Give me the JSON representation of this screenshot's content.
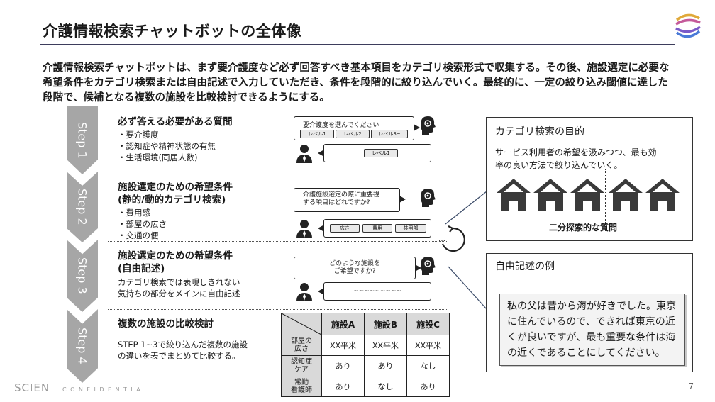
{
  "title": "介護情報検索チャットボットの全体像",
  "intro": "介護情報検索チャットボットは、まず要介護度など必ず回答すべき基本項目をカテゴリ検索形式で収集する。その後、施設選定に必要な希望条件をカテゴリ検索または自由記述で入力していただき、条件を段階的に絞り込んでいく。最終的に、一定の絞り込み閾値に達した段階で、候補となる複数の施設を比較検討できるようにする。",
  "steps": [
    {
      "label": "Step 1",
      "title": "必ず答える必要がある質問",
      "bullets": [
        "・要介護度",
        "・認知症や精神状態の有無",
        "・生活環境(同居人数)"
      ]
    },
    {
      "label": "Step 2",
      "title_line1": "施設選定のための希望条件",
      "title_line2": "(静的/動的カテゴリ検索)",
      "bullets": [
        "・費用感",
        "・部屋の広さ",
        "・交通の便"
      ]
    },
    {
      "label": "Step 3",
      "title_line1": "施設選定のための希望条件",
      "title_line2": "(自由記述)",
      "desc_line1": "カテゴリ検索では表現しきれない",
      "desc_line2": "気持ちの部分をメインに自由記述"
    },
    {
      "label": "Step 4",
      "title": "複数の施設の比較検討",
      "desc_line1": "STEP 1~3で絞り込んだ複数の施設",
      "desc_line2": "の違いを表でまとめて比較する。"
    }
  ],
  "chat1": {
    "question": "要介護度を選んでください",
    "options": [
      "レベル1",
      "レベル2",
      "レベル3~"
    ],
    "answer": "レベル1"
  },
  "chat2": {
    "question_line1": "介護施設選定の際に重要視",
    "question_line2": "する項目はどれですか?",
    "options": [
      "広さ",
      "費用",
      "共用部"
    ]
  },
  "chat3": {
    "question_line1": "どのような施設を",
    "question_line2": "ご希望ですか?",
    "answer": "~~~~~~~~~"
  },
  "table": {
    "headers": [
      "施設A",
      "施設B",
      "施設C"
    ],
    "rows": [
      {
        "label_line1": "部屋の",
        "label_line2": "広さ",
        "values": [
          "XX平米",
          "XX平米",
          "XX平米"
        ]
      },
      {
        "label_line1": "認知症",
        "label_line2": "ケア",
        "values": [
          "あり",
          "あり",
          "なし"
        ]
      },
      {
        "label_line1": "常勤",
        "label_line2": "看護師",
        "values": [
          "あり",
          "なし",
          "あり"
        ]
      }
    ]
  },
  "panel_category": {
    "title": "カテゴリ検索の目的",
    "text_line1": "サービス利用者の希望を汲みつつ、最も効",
    "text_line2": "率の良い方法で絞り込んでいく。",
    "caption": "二分探索的な質問"
  },
  "panel_free": {
    "title": "自由記述の例",
    "text": "私の父は昔から海が好きでした。東京に住んでいるので、できれば東京の近くが良いですが、最も重要な条件は海の近くであることにしてください。"
  },
  "footer": {
    "company": "SCIEN",
    "confidential": "CONFIDENTIAL",
    "page": "7"
  },
  "colors": {
    "step_gray": "#a6a6a6",
    "house": "#3a3a3a",
    "table_header": "#d9d9d9"
  }
}
